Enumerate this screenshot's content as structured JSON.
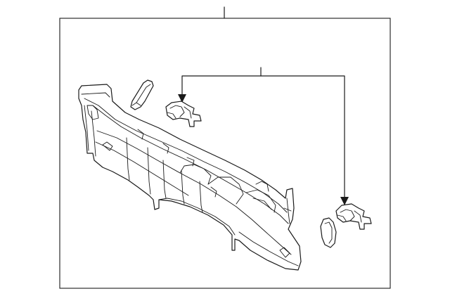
{
  "diagram": {
    "type": "exploded-parts-illustration",
    "components": [
      "rear-body-panel",
      "upper-bracket",
      "left-reinforcement-bracket",
      "right-reinforcement-bracket",
      "side-pad"
    ]
  },
  "colors": {
    "line": "#1a1a1a",
    "background": "#ffffff"
  }
}
